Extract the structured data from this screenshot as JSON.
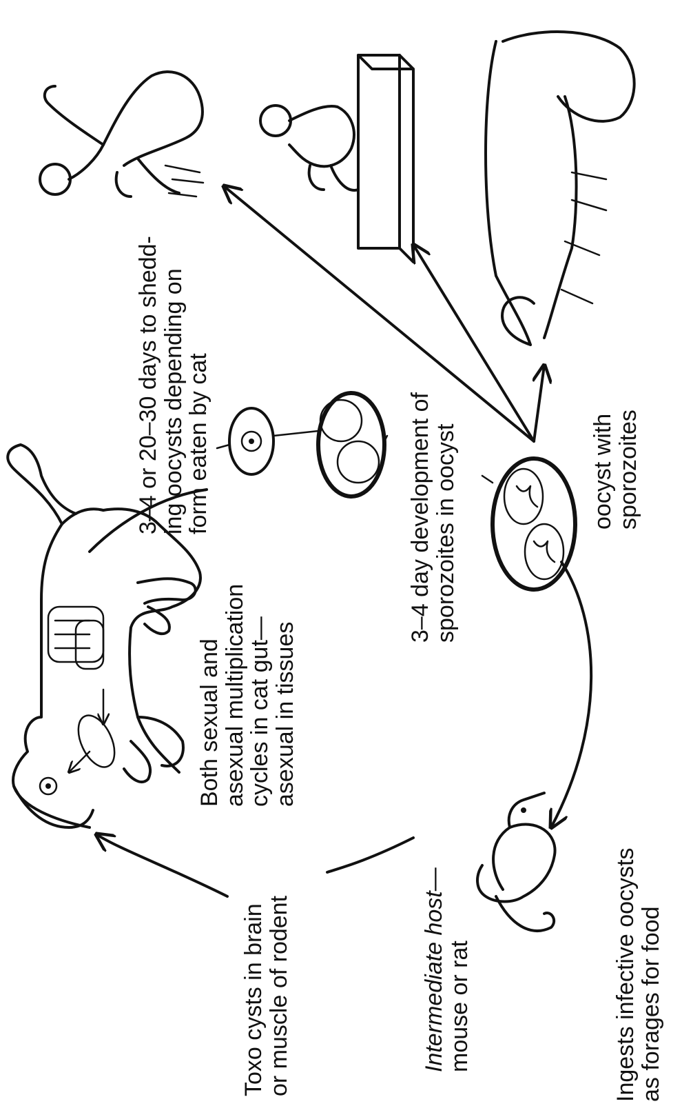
{
  "labels": {
    "toxo_cysts": "Toxo cysts in brain\nor muscle of rodent",
    "intermediate_host_italic": "Intermediate host",
    "intermediate_host_rest": "—\nmouse or rat",
    "ingests": "Ingests infective oocysts\nas forages for food",
    "multiplication": "Both sexual and\nasexual multiplication\ncycles in cat gut—\nasexual in tissues",
    "shedding": "3–4 or 20–30 days to shedd-\ning oocysts depending on\nform eaten by cat",
    "development": "3–4 day development of\nsporozoites in oocyst",
    "oocyst_with": "oocyst with\nsporozoites"
  }
}
